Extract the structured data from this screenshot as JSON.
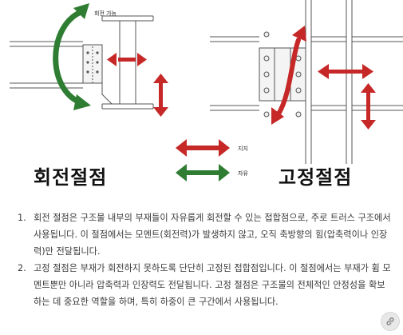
{
  "diagram": {
    "rotation_label": "회전 가능",
    "left_title": "회전절점",
    "right_title": "고정절점",
    "legend": [
      {
        "label": "지지",
        "color": "#c62828"
      },
      {
        "label": "자유",
        "color": "#2e7d32"
      }
    ],
    "colors": {
      "red_arrow": "#c62828",
      "green_arrow": "#2e7d32",
      "bolt_fill": "#f0f0f0",
      "line": "#555555"
    }
  },
  "notes": [
    {
      "num": "1.",
      "text": "회전 절점은 구조물 내부의 부재들이 자유롭게 회전할 수 있는 접합점으로, 주로 트러스 구조에서 사용됩니다. 이 절점에서는 모멘트(회전력)가 발생하지 않고, 오직 축방향의 힘(압축력이나 인장력)만 전달됩니다."
    },
    {
      "num": "2.",
      "text": "고정 절점은 부재가 회전하지 못하도록 단단히 고정된 접합점입니다. 이 절점에서는 부재가 휨 모멘트뿐만 아니라 압축력과 인장력도 전달됩니다. 고정 절점은 구조물의 전체적인 안정성을 확보하는 데 중요한 역할을 하며, 특히 하중이 큰 구간에서 사용됩니다."
    }
  ],
  "share_icon": "link-icon"
}
